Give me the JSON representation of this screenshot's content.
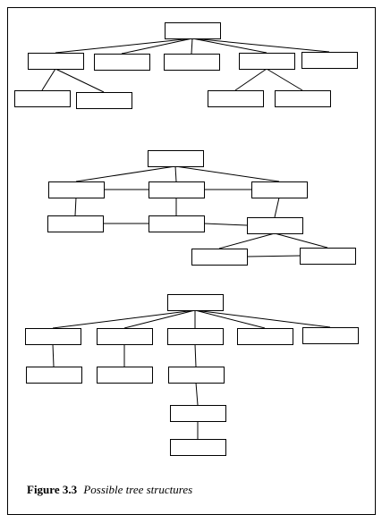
{
  "figure": {
    "label": "Figure 3.3",
    "caption": "Possible tree structures"
  },
  "style": {
    "stroke": "#000000",
    "fill": "#ffffff"
  },
  "diagrams": [
    {
      "id": "tree-1",
      "nodes": [
        "root",
        "a",
        "b",
        "c",
        "d",
        "e",
        "a1",
        "a2",
        "d1",
        "d2"
      ],
      "edges": [
        [
          "root",
          "a"
        ],
        [
          "root",
          "b"
        ],
        [
          "root",
          "c"
        ],
        [
          "root",
          "d"
        ],
        [
          "root",
          "e"
        ],
        [
          "a",
          "a1"
        ],
        [
          "a",
          "a2"
        ],
        [
          "d",
          "d1"
        ],
        [
          "d",
          "d2"
        ]
      ]
    },
    {
      "id": "tree-2",
      "nodes": [
        "root",
        "l1a",
        "l1b",
        "l1c",
        "l2a",
        "l2b",
        "l2c",
        "l3a",
        "l3b"
      ],
      "edges": [
        [
          "root",
          "l1a"
        ],
        [
          "root",
          "l1b"
        ],
        [
          "root",
          "l1c"
        ],
        [
          "l1a",
          "l1b"
        ],
        [
          "l1b",
          "l1c"
        ],
        [
          "l1a",
          "l2a"
        ],
        [
          "l1b",
          "l2b"
        ],
        [
          "l1c",
          "l2c"
        ],
        [
          "l2a",
          "l2b"
        ],
        [
          "l2b",
          "l2c"
        ],
        [
          "l2c",
          "l3a"
        ],
        [
          "l2c",
          "l3b"
        ],
        [
          "l3a",
          "l3b"
        ]
      ]
    },
    {
      "id": "tree-3",
      "nodes": [
        "root",
        "a",
        "b",
        "c",
        "d",
        "e",
        "a1",
        "b1",
        "c1",
        "c2",
        "c3"
      ],
      "edges": [
        [
          "root",
          "a"
        ],
        [
          "root",
          "b"
        ],
        [
          "root",
          "c"
        ],
        [
          "root",
          "d"
        ],
        [
          "root",
          "e"
        ],
        [
          "a",
          "a1"
        ],
        [
          "b",
          "b1"
        ],
        [
          "c",
          "c1"
        ],
        [
          "c1",
          "c2"
        ],
        [
          "c2",
          "c3"
        ]
      ]
    }
  ]
}
